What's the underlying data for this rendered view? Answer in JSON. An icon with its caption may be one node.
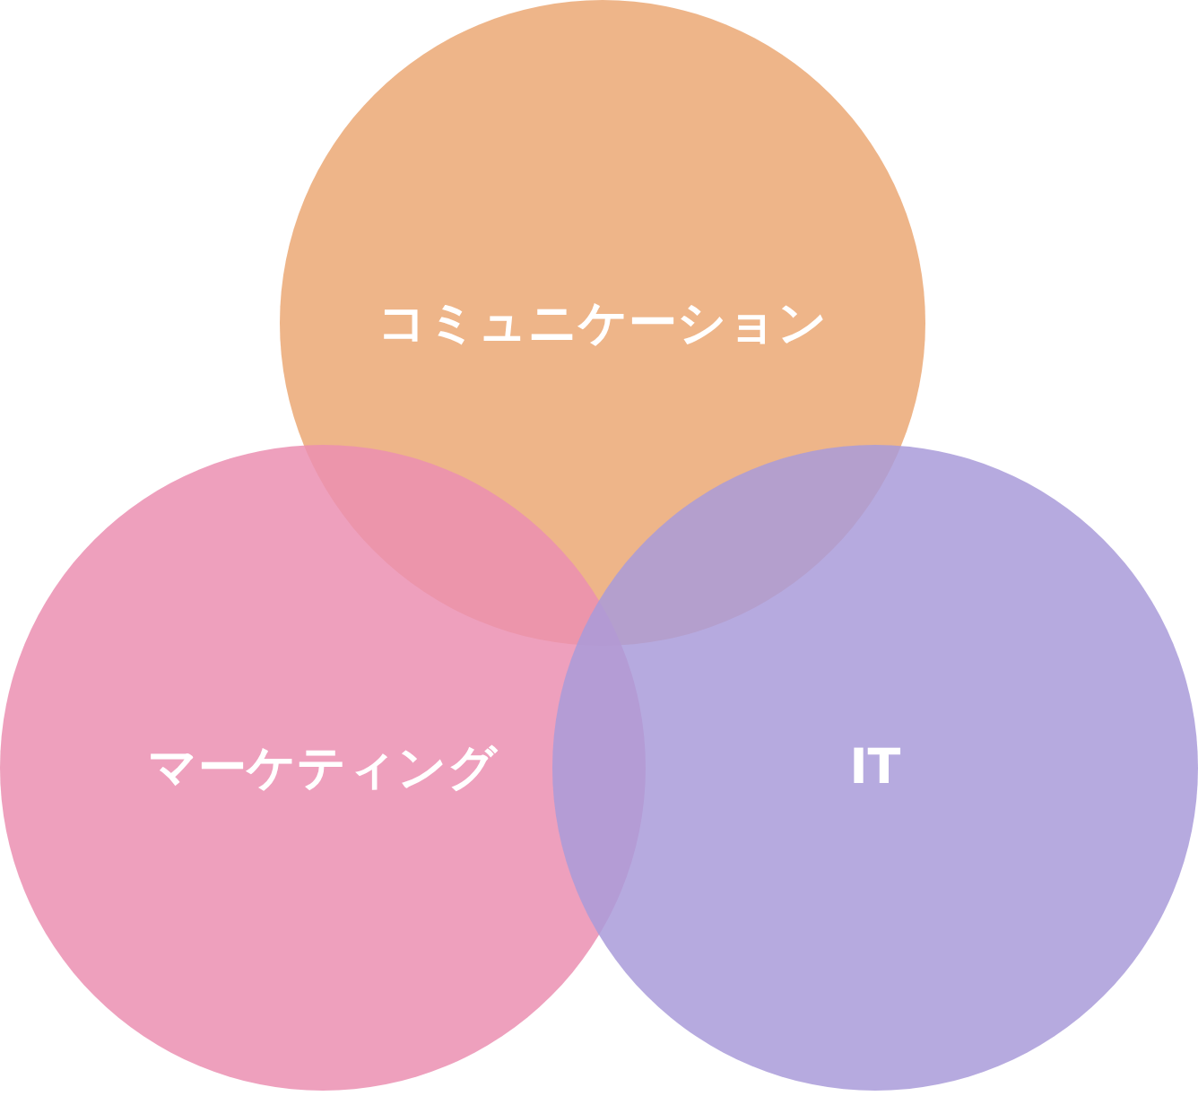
{
  "diagram": {
    "nodes": [
      {
        "text": [
          "コミュニケーション"
        ]
      },
      {
        "text": [
          "マーケティング"
        ]
      },
      {
        "text": [
          "IT"
        ]
      }
    ],
    "edges": []
  }
}
